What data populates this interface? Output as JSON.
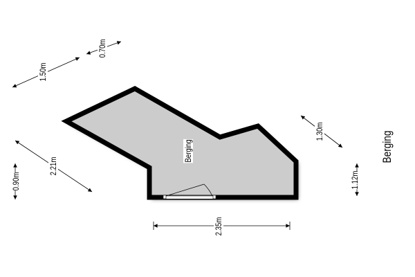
{
  "room_label": "Berging",
  "plan_title": "Berging",
  "dimensions": {
    "d150": "1.50m",
    "d070": "0.70m",
    "d221": "2.21m",
    "d090": "0.90m",
    "d130": "1.30m",
    "d112": "1.12m",
    "d235": "2.35m"
  },
  "colors": {
    "floor": "#cccccc",
    "wall": "#000000"
  }
}
